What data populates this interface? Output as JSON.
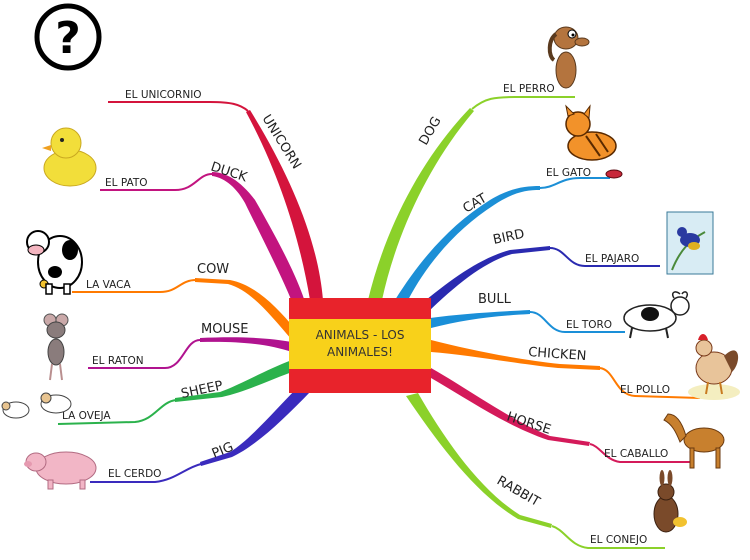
{
  "center": {
    "label": "ANIMALS - LOS ANIMALES!"
  },
  "help_icon": {
    "symbol": "?"
  },
  "colors": {
    "unicorn": "#d4143c",
    "duck": "#c2147f",
    "cow": "#ff7a00",
    "mouse": "#b0138f",
    "sheep": "#2bb24c",
    "pig": "#3a2bbd",
    "dog": "#8bd12a",
    "cat": "#1c8fd6",
    "bird": "#2a2ab0",
    "bull": "#1a8fd8",
    "chicken": "#ff7a00",
    "horse": "#d41a5a",
    "rabbit": "#8bd12a",
    "center_red": "#e8232b",
    "center_yellow": "#f8d11a"
  },
  "branches": [
    {
      "id": "unicorn",
      "english": "UNICORN",
      "spanish": "EL UNICORNIO",
      "picture": "none"
    },
    {
      "id": "duck",
      "english": "DUCK",
      "spanish": "EL PATO",
      "picture": "rubber-duck"
    },
    {
      "id": "cow",
      "english": "COW",
      "spanish": "LA VACA",
      "picture": "cartoon-cow"
    },
    {
      "id": "mouse",
      "english": "MOUSE",
      "spanish": "EL RATON",
      "picture": "cartoon-mouse"
    },
    {
      "id": "sheep",
      "english": "SHEEP",
      "spanish": "LA OVEJA",
      "picture": "cartoon-sheep"
    },
    {
      "id": "pig",
      "english": "PIG",
      "spanish": "EL CERDO",
      "picture": "cartoon-pig"
    },
    {
      "id": "dog",
      "english": "DOG",
      "spanish": "EL PERRO",
      "picture": "cartoon-dog"
    },
    {
      "id": "cat",
      "english": "CAT",
      "spanish": "EL GATO",
      "picture": "cartoon-cat"
    },
    {
      "id": "bird",
      "english": "BIRD",
      "spanish": "EL PAJARO",
      "picture": "bird-picture"
    },
    {
      "id": "bull",
      "english": "BULL",
      "spanish": "EL TORO",
      "picture": "cartoon-bull"
    },
    {
      "id": "chicken",
      "english": "CHICKEN",
      "spanish": "EL POLLO",
      "picture": "cartoon-rooster"
    },
    {
      "id": "horse",
      "english": "HORSE",
      "spanish": "EL CABALLO",
      "picture": "cartoon-horse"
    },
    {
      "id": "rabbit",
      "english": "RABBIT",
      "spanish": "EL CONEJO",
      "picture": "chocolate-rabbit"
    }
  ]
}
